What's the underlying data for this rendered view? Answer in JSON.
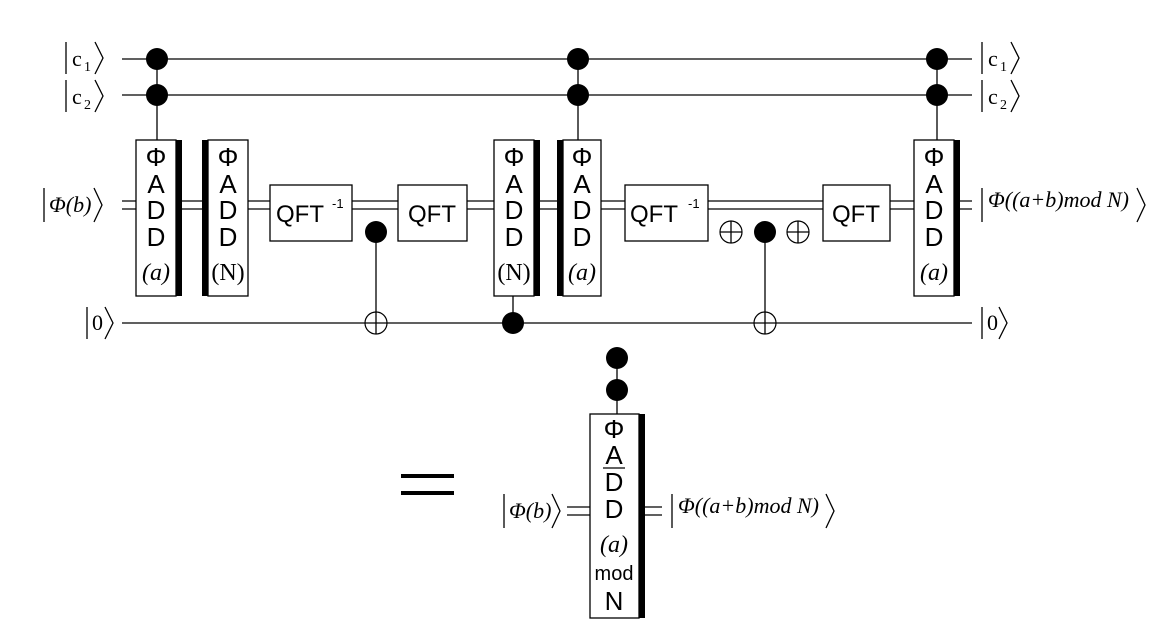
{
  "inputs": {
    "c1": "c",
    "c1_sub": "1",
    "c2": "c",
    "c2_sub": "2",
    "phi_b": "Φ(b)",
    "zero": "0"
  },
  "outputs": {
    "c1": "c",
    "c1_sub": "1",
    "c2": "c",
    "c2_sub": "2",
    "phi_result": "Φ((a+b)mod N)",
    "zero": "0"
  },
  "gates": {
    "phi": "Φ",
    "a_letter": "A",
    "d_letter": "D",
    "arg_a": "(a)",
    "arg_n": "(N)",
    "qft": "QFT",
    "qft_inv_base": "QFT",
    "qft_inv_exp": "-1"
  },
  "summary": {
    "equals": "=",
    "input": "Φ(b)",
    "output": "Φ((a+b)mod N)",
    "phi": "Φ",
    "a_letter": "A",
    "d_letter": "D",
    "arg": "(a)",
    "mod": "mod",
    "n": "N"
  }
}
